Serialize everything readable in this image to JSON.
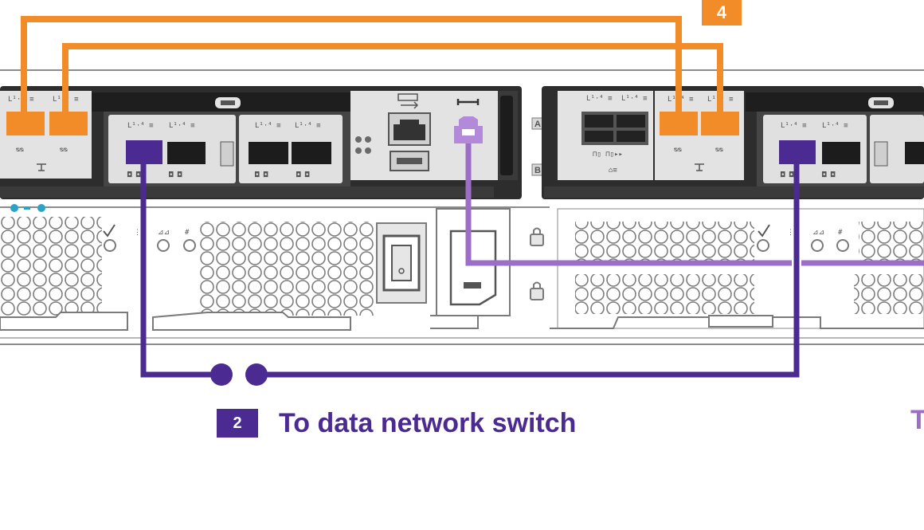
{
  "colors": {
    "orange": "#f28c28",
    "dark_purple": "#4b2a91",
    "light_purple": "#9c6ec8",
    "chassis_gray": "#2d2d2d",
    "line_gray": "#8c8c8c",
    "teal": "#2ba3c7"
  },
  "callouts": {
    "badge_4": "4",
    "badge_2": "2",
    "data_switch_caption": "To data network switch",
    "cut_caption": "T"
  },
  "port_labels": {
    "a": "A",
    "b": "B"
  },
  "icons": [
    "wrench-icon",
    "usb-icon",
    "network-icon",
    "checkmark-icon",
    "power-switch-icon",
    "power-socket-icon",
    "padlock-icon"
  ]
}
